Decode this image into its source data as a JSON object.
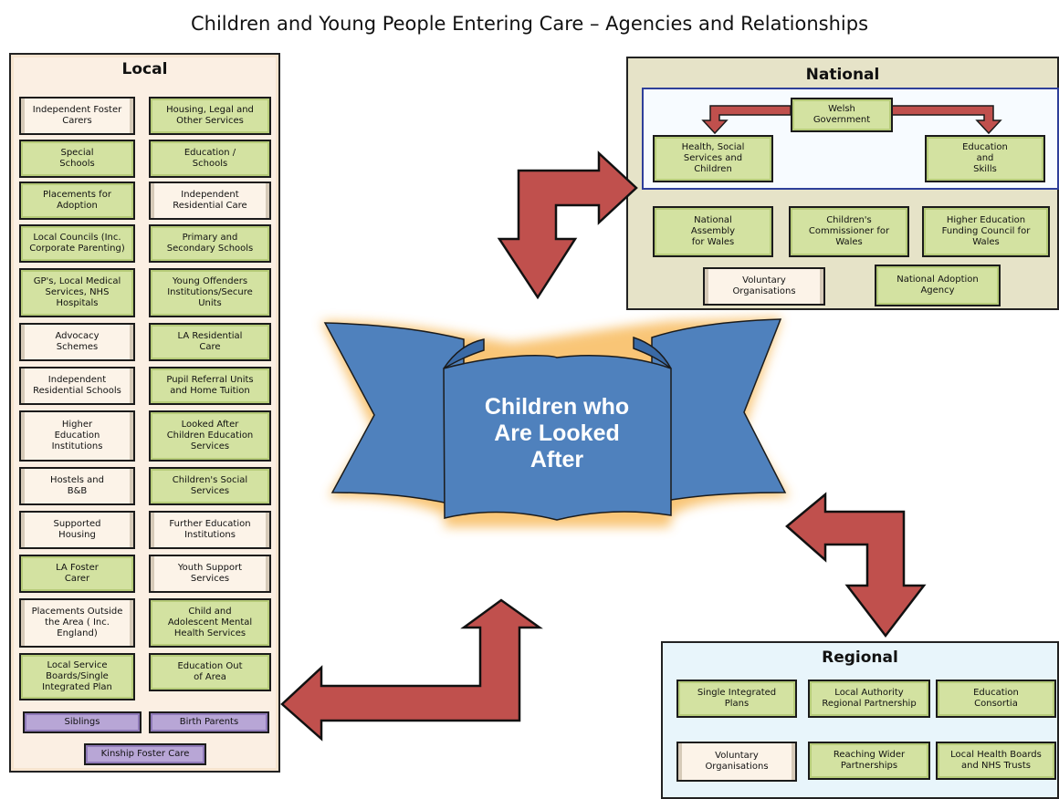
{
  "title": "Children and Young People Entering Care – Agencies and Relationships",
  "colors": {
    "arrow": "#c0504d",
    "banner": "#4f81bd",
    "green_box": "#d3e2a1",
    "purple_box": "#b8a6d6",
    "cream_box": "#fcf3e8"
  },
  "center": {
    "label": "Children who\nAre Looked\nAfter"
  },
  "local": {
    "title": "Local",
    "items": [
      "Independent Foster\nCarers",
      "Housing, Legal and\nOther Services",
      "Special\nSchools",
      "Education /\nSchools",
      "Placements for\nAdoption",
      "Independent\nResidential Care",
      "Local Councils (Inc.\nCorporate Parenting)",
      "Primary and\nSecondary Schools",
      "GP's, Local Medical\nServices, NHS\nHospitals",
      "Young Offenders\nInstitutions/Secure\nUnits",
      "Advocacy\nSchemes",
      "LA Residential\nCare",
      "Independent\nResidential Schools",
      "Pupil Referral Units\nand Home Tuition",
      "Higher\nEducation\nInstitutions",
      "Looked After\nChildren Education\nServices",
      "Hostels and\nB&B",
      "Children's Social\nServices",
      "Supported\nHousing",
      "Further Education\nInstitutions",
      "LA Foster\nCarer",
      "Youth Support\nServices",
      "Placements Outside\nthe Area ( Inc.\nEngland)",
      "Child and\nAdolescent Mental\nHealth Services",
      "Local Service\nBoards/Single\nIntegrated Plan",
      "Education Out\nof Area",
      "Siblings",
      "Birth Parents",
      "Kinship Foster Care"
    ]
  },
  "national": {
    "title": "National",
    "welsh_government": "Welsh\nGovernment",
    "health": "Health, Social\nServices and\nChildren",
    "education": "Education\nand\nSkills",
    "assembly": "National\nAssembly\nfor Wales",
    "commissioner": "Children's\nCommissioner for\nWales",
    "hefcw": "Higher Education\nFunding Council for\nWales",
    "voluntary": "Voluntary\nOrganisations",
    "adoption": "National Adoption\nAgency"
  },
  "regional": {
    "title": "Regional",
    "items": [
      "Single Integrated\nPlans",
      "Local Authority\nRegional Partnership",
      "Education\nConsortia",
      "Voluntary\nOrganisations",
      "Reaching Wider\nPartnerships",
      "Local Health Boards\nand NHS Trusts"
    ]
  }
}
